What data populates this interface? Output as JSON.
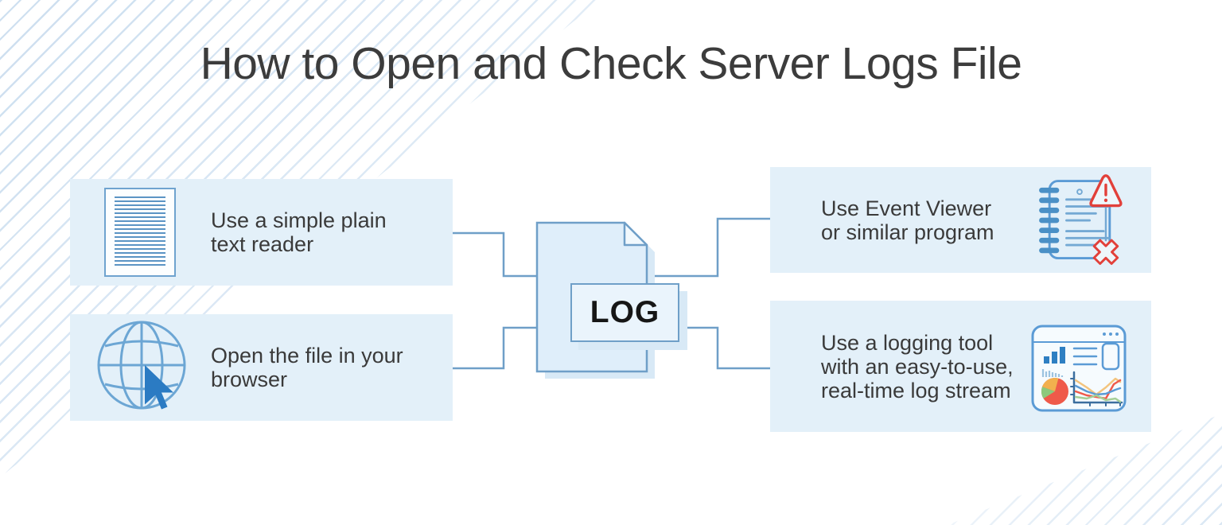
{
  "title": "How to Open and Check Server Logs File",
  "center_file": {
    "label": "LOG",
    "icon": "log-file-icon"
  },
  "steps": [
    {
      "id": "plain-text-reader",
      "icon": "document-lines-icon",
      "lines": [
        "Use a simple plain",
        "text reader"
      ]
    },
    {
      "id": "open-in-browser",
      "icon": "globe-cursor-icon",
      "lines": [
        "Open the file in your",
        "browser"
      ]
    },
    {
      "id": "event-viewer",
      "icon": "notebook-warning-icon",
      "lines": [
        "Use Event Viewer",
        "or similar program"
      ]
    },
    {
      "id": "logging-tool",
      "icon": "dashboard-charts-icon",
      "lines": [
        "Use a logging tool",
        "with an easy-to-use,",
        "real-time log stream"
      ]
    }
  ],
  "colors": {
    "step_box_bg": "#e3f0f9",
    "outline_blue": "#6f9fc8",
    "icon_blue": "#5b9bd5",
    "icon_blue_light": "#74a9d4",
    "cursor_blue": "#2b7bc3",
    "bar_blue": "#2e7fc2",
    "alert_red": "#e2403a",
    "pie_orange": "#ef5a4a",
    "pie_yellow": "#f2b04e",
    "pie_green": "#8cc97c",
    "shadow_blue": "#d8e9f6",
    "title_text": "#3c3c3c",
    "body_text": "#3a3a3a"
  }
}
